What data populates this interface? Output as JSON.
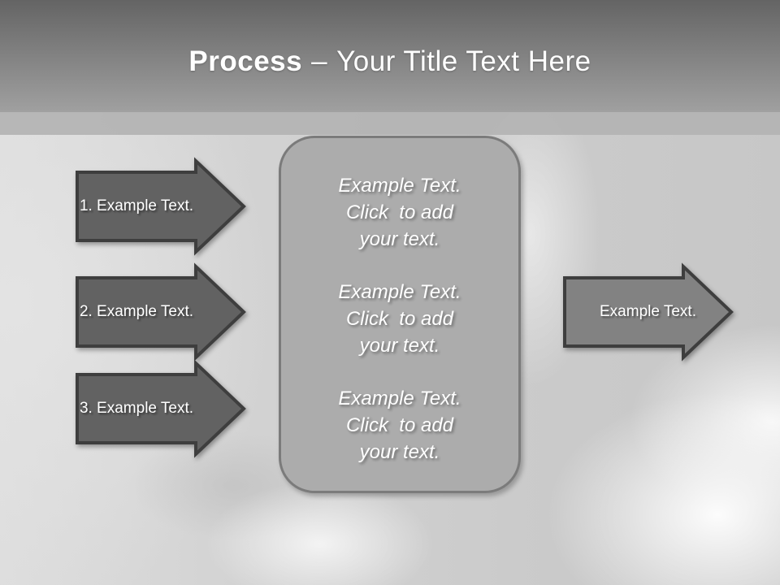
{
  "title": {
    "bold": "Process",
    "separator": "–",
    "rest": "Your Title Text Here"
  },
  "steps": [
    {
      "label": "1. Example Text."
    },
    {
      "label": "2. Example Text."
    },
    {
      "label": "3. Example Text."
    }
  ],
  "panel": {
    "blocks": [
      "Example Text.\nClick  to add\nyour text.",
      "Example Text.\nClick  to add\nyour text.",
      "Example Text.\nClick  to add\nyour text."
    ]
  },
  "output_arrow": {
    "label": "Example Text."
  },
  "colors": {
    "header_top": "#646464",
    "header_bottom": "#a0a0a0",
    "band": "#b3b3b3",
    "background": "#cfcfcf",
    "arrow_dark_fill": "#626262",
    "arrow_light_fill": "#828282",
    "arrow_stroke": "#3e3e3e",
    "panel_fill": "#acacac",
    "panel_border": "#7b7b7b",
    "text_color": "#ffffff"
  }
}
